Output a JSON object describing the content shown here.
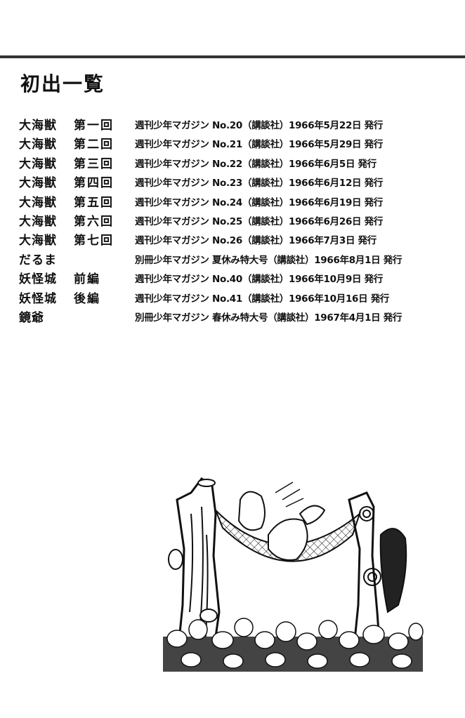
{
  "page": {
    "title": "初出一覧",
    "entries": [
      {
        "title": "大海獣",
        "part": "第一回",
        "source": "週刊少年マガジン No.20（講談社）1966年5月22日 発行"
      },
      {
        "title": "大海獣",
        "part": "第二回",
        "source": "週刊少年マガジン No.21（講談社）1966年5月29日 発行"
      },
      {
        "title": "大海獣",
        "part": "第三回",
        "source": "週刊少年マガジン No.22（講談社）1966年6月5日 発行"
      },
      {
        "title": "大海獣",
        "part": "第四回",
        "source": "週刊少年マガジン No.23（講談社）1966年6月12日 発行"
      },
      {
        "title": "大海獣",
        "part": "第五回",
        "source": "週刊少年マガジン No.24（講談社）1966年6月19日 発行"
      },
      {
        "title": "大海獣",
        "part": "第六回",
        "source": "週刊少年マガジン No.25（講談社）1966年6月26日 発行"
      },
      {
        "title": "大海獣",
        "part": "第七回",
        "source": "週刊少年マガジン No.26（講談社）1966年7月3日 発行"
      },
      {
        "title": "だるま",
        "part": "",
        "source": "別冊少年マガジン 夏休み特大号（講談社）1966年8月1日 発行"
      },
      {
        "title": "妖怪城",
        "part": "前編",
        "source": "週刊少年マガジン No.40（講談社）1966年10月9日 発行"
      },
      {
        "title": "妖怪城",
        "part": "後編",
        "source": "週刊少年マガジン No.41（講談社）1966年10月16日 発行"
      },
      {
        "title": "鏡爺",
        "part": "",
        "source": "別冊少年マガジン 春休み特大号（講談社）1967年4月1日 発行"
      }
    ]
  },
  "colors": {
    "rule": "#333333",
    "text": "#111111"
  }
}
